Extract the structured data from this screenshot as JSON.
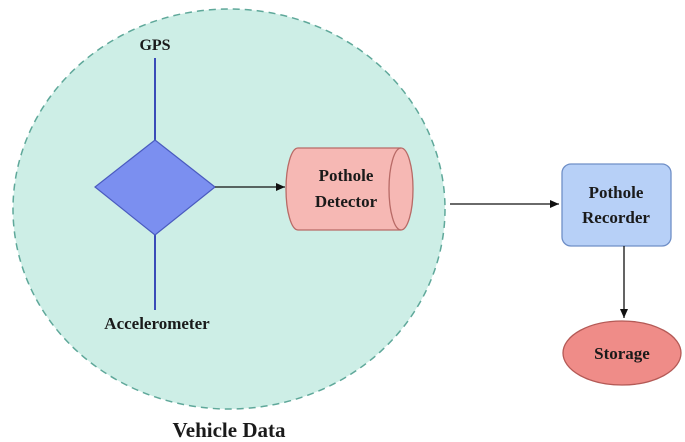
{
  "diagram": {
    "group_label": "Vehicle Data",
    "nodes": {
      "gps": "GPS",
      "accelerometer": "Accelerometer",
      "pothole_detector": [
        "Pothole",
        "Detector"
      ],
      "pothole_recorder": [
        "Pothole",
        "Recorder"
      ],
      "storage": "Storage"
    },
    "colors": {
      "vehicle_region_fill": "#cdeee6",
      "vehicle_region_stroke": "#5fa89a",
      "decision_fill": "#7b8ff0",
      "decision_stroke": "#4a5bbf",
      "sensor_line": "#3a4cb8",
      "detector_fill": "#f6b8b4",
      "detector_stroke": "#b86a66",
      "recorder_fill": "#b7d0f7",
      "recorder_stroke": "#6f8fc7",
      "storage_fill": "#ef8c88",
      "storage_stroke": "#b45a56",
      "arrow": "#111111"
    },
    "icons": {
      "decision": "diamond-icon",
      "detector": "cylinder-icon",
      "recorder": "rounded-box-icon",
      "storage": "ellipse-icon"
    }
  }
}
